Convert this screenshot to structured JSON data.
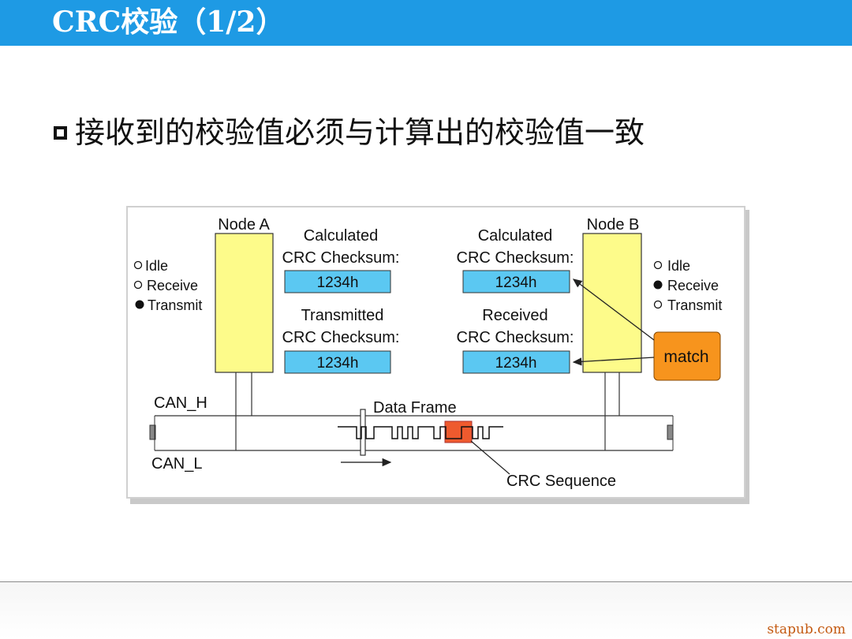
{
  "slide": {
    "title": "CRC校验（1/2）",
    "bullet": "接收到的校验值必须与计算出的校验值一致",
    "watermark": "stapub.com"
  },
  "diagram": {
    "node_a": {
      "label": "Node A",
      "states": [
        {
          "label": "Idle",
          "active": false
        },
        {
          "label": "Receive",
          "active": false
        },
        {
          "label": "Transmit",
          "active": true
        }
      ]
    },
    "node_b": {
      "label": "Node B",
      "states": [
        {
          "label": "Idle",
          "active": false
        },
        {
          "label": "Receive",
          "active": true
        },
        {
          "label": "Transmit",
          "active": false
        }
      ]
    },
    "a_calc_line1": "Calculated",
    "a_calc_line2": "CRC Checksum:",
    "a_calc_value": "1234h",
    "a_trans_line1": "Transmitted",
    "a_trans_line2": "CRC Checksum:",
    "a_trans_value": "1234h",
    "b_calc_line1": "Calculated",
    "b_calc_line2": "CRC Checksum:",
    "b_calc_value": "1234h",
    "b_recv_line1": "Received",
    "b_recv_line2": "CRC Checksum:",
    "b_recv_value": "1234h",
    "match_label": "match",
    "can_h": "CAN_H",
    "can_l": "CAN_L",
    "data_frame": "Data Frame",
    "crc_sequence": "CRC Sequence",
    "colors": {
      "node": "#fdfb8a",
      "value_box": "#5bc8f2",
      "match": "#f7941d",
      "crc_block": "#ee5a2e",
      "panel": "#ffffff",
      "panel_border": "#d0d0d0"
    }
  }
}
